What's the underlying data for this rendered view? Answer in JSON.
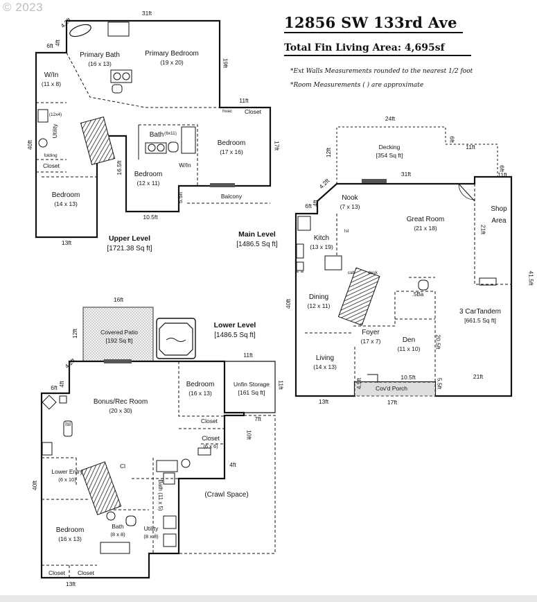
{
  "copyright": "© 2023",
  "address": "12856 SW 133rd Ave",
  "total_area": "Total Fin Living Area: 4,695sf",
  "notes": [
    "*Ext Walls Measurements rounded to the nearest 1/2 foot",
    "*Room Measurements ( ) are approximate"
  ],
  "upper": {
    "label": "Upper Level",
    "sqft": "[1721.38 Sq ft]",
    "rooms": {
      "primary_bath": {
        "name": "Primary Bath",
        "size": "(16 x 13)"
      },
      "primary_bedroom": {
        "name": "Primary Bedroom",
        "size": "(19 x 20)"
      },
      "win": {
        "name": "W/In",
        "size": "(11 x 8)"
      },
      "utility": {
        "name": "Utility"
      },
      "closet_left": {
        "name": "Closet"
      },
      "bedroom_sw": {
        "name": "Bedroom",
        "size": "(14 x 13)"
      },
      "bath": {
        "name": "Bath"
      },
      "bedroom_center": {
        "name": "Bedroom",
        "size": "(12 x 11)"
      },
      "win2": {
        "name": "W/In"
      },
      "bedroom_east": {
        "name": "Bedroom",
        "size": "(17 x 16)"
      },
      "closet_ne": {
        "name": "Closet"
      },
      "balcony": {
        "name": "Balcony"
      }
    },
    "small": {
      "size_12x4": "(12x4)",
      "folding": "folding",
      "size_6x11": "(6x11)",
      "hvac": "hvac"
    },
    "dims": {
      "top": "31ft",
      "diag": "4.2ft",
      "left_top": "6ft",
      "left_top2": "4ft",
      "right_top": "19ft",
      "step_top": "11ft",
      "right": "17ft",
      "left": "40ft",
      "stair": "16.5ft",
      "notch": "5.5ft",
      "notch_bottom": "10.5ft",
      "bottom": "13ft"
    }
  },
  "main": {
    "label": "Main Level",
    "sqft": "[1486.5 Sq ft]",
    "rooms": {
      "decking": {
        "name": "Decking",
        "size": "[354 Sq ft]"
      },
      "nook": {
        "name": "Nook",
        "size": "(7 x 13)"
      },
      "great_room": {
        "name": "Great Room",
        "size": "(21 x 18)"
      },
      "kitch": {
        "name": "Kitch",
        "size": "(13 x 19)"
      },
      "dining": {
        "name": "Dining",
        "size": "(12 x 11)"
      },
      "foyer": {
        "name": "Foyer",
        "size": "(17 x 7)"
      },
      "den": {
        "name": "Den",
        "size": "(11 x 10)"
      },
      "living": {
        "name": "Living",
        "size": "(14 x 13)"
      },
      "porch": {
        "name": "Cov'd Porch"
      },
      "shop": {
        "name": "Shop",
        "name2": "Area"
      },
      "garage": {
        "name": "3 CarTandem",
        "size": "[661.5 Sq ft]"
      },
      "half_bath": {
        "name": ".5Ba"
      }
    },
    "small": {
      "isl": "Isl",
      "cab": "cab",
      "desk": "desk"
    },
    "dims": {
      "deck_top": "24ft",
      "deck_left": "12ft",
      "deck_right": "6ft",
      "deck_step": "11ft",
      "top": "31ft",
      "diag": "4.2ft",
      "left_top": "6ft",
      "left_top2": "4ft",
      "shop_a": "6ft",
      "shop_b": "11ft",
      "right_mid": "21ft",
      "right": "41.5ft",
      "left": "40ft",
      "inner": "20.5ft",
      "porch_top": "10.5ft",
      "porch_left": "4.5ft",
      "porch_right": "5.5ft",
      "garage_bottom": "21ft",
      "bottom_left": "13ft",
      "bottom_mid": "17ft"
    }
  },
  "lower": {
    "label": "Lower Level",
    "sqft": "[1486.5 Sq ft]",
    "rooms": {
      "patio": {
        "name": "Covered Patio",
        "size": "[192 Sq ft]"
      },
      "bonus": {
        "name": "Bonus/Rec Room",
        "size": "(20 x 30)"
      },
      "bedroom_ne": {
        "name": "Bedroom",
        "size": "(16 x 13)"
      },
      "unfin": {
        "name": "Unfin Storage",
        "size": "[161 Sq ft]"
      },
      "closet_a": {
        "name": "Closet"
      },
      "closet_b": {
        "name": "Closet",
        "size": "(6 x 6)"
      },
      "entry": {
        "name": "Lower Entry",
        "size": "(6 x 10)"
      },
      "cl": {
        "name": "Cl"
      },
      "bath_vert": {
        "name": "Bath (11 x 5)"
      },
      "crawl": {
        "name": "(Crawl Space)"
      },
      "bedroom_sw": {
        "name": "Bedroom",
        "size": "(16 x 13)"
      },
      "bath": {
        "name": "Bath",
        "size": "(8 x 8)"
      },
      "utility": {
        "name": "Utility",
        "size": "(8 x 8)"
      },
      "closet_c": {
        "name": "Closet"
      },
      "closet_d": {
        "name": "Closet"
      }
    },
    "small": {
      "isl": "Isl"
    },
    "dims": {
      "top": "16ft",
      "patio_side": "12ft",
      "diag": "4.2ft",
      "left_top": "6ft",
      "left_top2": "4ft",
      "step_top": "11ft",
      "storage_right": "11ft",
      "storage_bottom": "7ft",
      "crawl_left": "10ft",
      "crawl_bottom": "4ft",
      "left": "40ft",
      "bottom": "13ft"
    }
  }
}
